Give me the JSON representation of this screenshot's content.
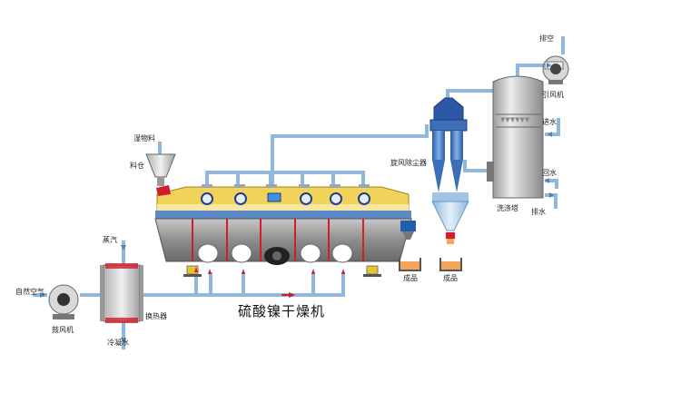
{
  "diagram": {
    "title": "硫酸镍干燥机",
    "labels": {
      "wet_material": "湿物料",
      "hopper": "料仓",
      "steam": "蒸汽",
      "natural_air": "自然空气",
      "blower": "鼓风机",
      "heat_exchanger": "换热器",
      "condensate": "冷凝水",
      "cyclone": "旋风除尘器",
      "product_1": "成品",
      "product_2": "成品",
      "exhaust": "排空",
      "induced_fan": "引风机",
      "water_in": "进水",
      "water_return": "回水",
      "scrubber": "洗涤塔",
      "drain": "排水"
    },
    "colors": {
      "pipe": "#8fb8dc",
      "pipe_dark": "#4f82b4",
      "dryer_body": "#9a9a9a",
      "accent_red": "#d21e2a",
      "product_orange": "#f3a35b",
      "cyclone_blue": "#3c6fb8"
    }
  }
}
